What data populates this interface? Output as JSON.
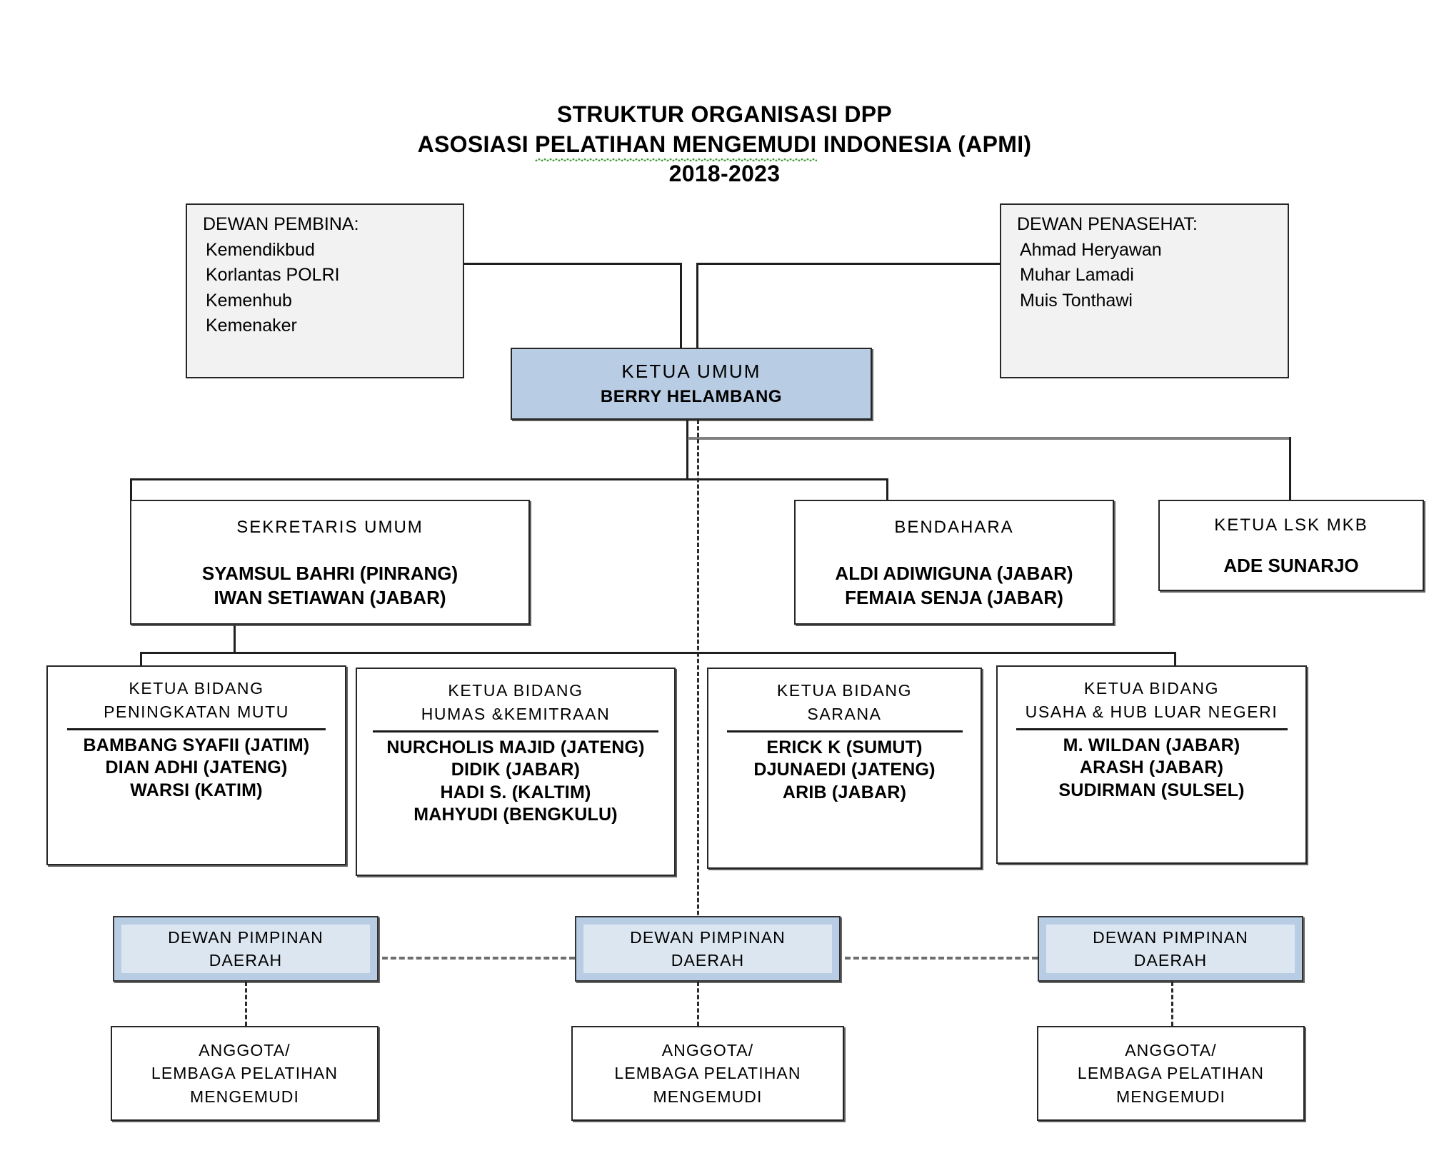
{
  "title": {
    "line1": "STRUKTUR ORGANISASI DPP",
    "line2_pre": "ASOSIASI ",
    "line2_mid": "PELATIHAN  MENGEMUDI",
    "line2_post": " INDONESIA (APMI)",
    "line3": "2018-2023"
  },
  "colors": {
    "box_border": "#262626",
    "advisor_fill": "#f2f2f2",
    "leader_fill": "#b8cce4",
    "dpd_outer_fill": "#b8cce4",
    "dpd_inner_fill": "#dce6f1",
    "connector": "#1f1f1f",
    "connector_gray": "#808080",
    "spellcheck_underline": "#3f9c35"
  },
  "dewan_pembina": {
    "heading": "DEWAN PEMBINA:",
    "members": [
      "Kemendikbud",
      "Korlantas POLRI",
      "Kemenhub",
      "Kemenaker"
    ]
  },
  "dewan_penasehat": {
    "heading": "DEWAN PENASEHAT:",
    "members": [
      "Ahmad Heryawan",
      "Muhar Lamadi",
      "Muis Tonthawi"
    ]
  },
  "ketua_umum": {
    "title": "KETUA UMUM",
    "name": "BERRY HELAMBANG"
  },
  "tier2": [
    {
      "title": "SEKRETARIS UMUM",
      "names": [
        "SYAMSUL BAHRI (PINRANG)",
        "IWAN SETIAWAN (JABAR)"
      ]
    },
    {
      "title": "BENDAHARA",
      "names": [
        "ALDI ADIWIGUNA (JABAR)",
        "FEMAIA SENJA (JABAR)"
      ]
    },
    {
      "title": "KETUA LSK MKB",
      "names": [
        "ADE SUNARJO"
      ]
    }
  ],
  "bidang": [
    {
      "line1": "KETUA BIDANG",
      "line2": "PENINGKATAN  MUTU",
      "names": [
        "BAMBANG SYAFII (JATIM)",
        "DIAN ADHI  (JATENG)",
        "WARSI (KATIM)"
      ]
    },
    {
      "line1": "KETUA BIDANG",
      "line2": "HUMAS &KEMITRAAN",
      "names": [
        "NURCHOLIS MAJID (JATENG)",
        "DIDIK (JABAR)",
        "HADI S. (KALTIM)",
        "MAHYUDI (BENGKULU)"
      ]
    },
    {
      "line1": "KETUA BIDANG",
      "line2": "SARANA",
      "names": [
        "ERICK K (SUMUT)",
        "DJUNAEDI (JATENG)",
        "ARIB (JABAR)"
      ]
    },
    {
      "line1": "KETUA BIDANG",
      "line2": "USAHA & HUB LUAR NEGERI",
      "names": [
        "M. WILDAN (JABAR)",
        "ARASH (JABAR)",
        "SUDIRMAN (SULSEL)"
      ]
    }
  ],
  "dpd": [
    {
      "line1": "DEWAN PIMPINAN",
      "line2": "DAERAH"
    },
    {
      "line1": "DEWAN PIMPINAN",
      "line2": "DAERAH"
    },
    {
      "line1": "DEWAN PIMPINAN",
      "line2": "DAERAH"
    }
  ],
  "anggota": [
    {
      "line1": "ANGGOTA/",
      "line2": "LEMBAGA PELATIHAN",
      "line3": "MENGEMUDI"
    },
    {
      "line1": "ANGGOTA/",
      "line2": "LEMBAGA PELATIHAN",
      "line3": "MENGEMUDI"
    },
    {
      "line1": "ANGGOTA/",
      "line2": "LEMBAGA PELATIHAN",
      "line3": "MENGEMUDI"
    }
  ]
}
